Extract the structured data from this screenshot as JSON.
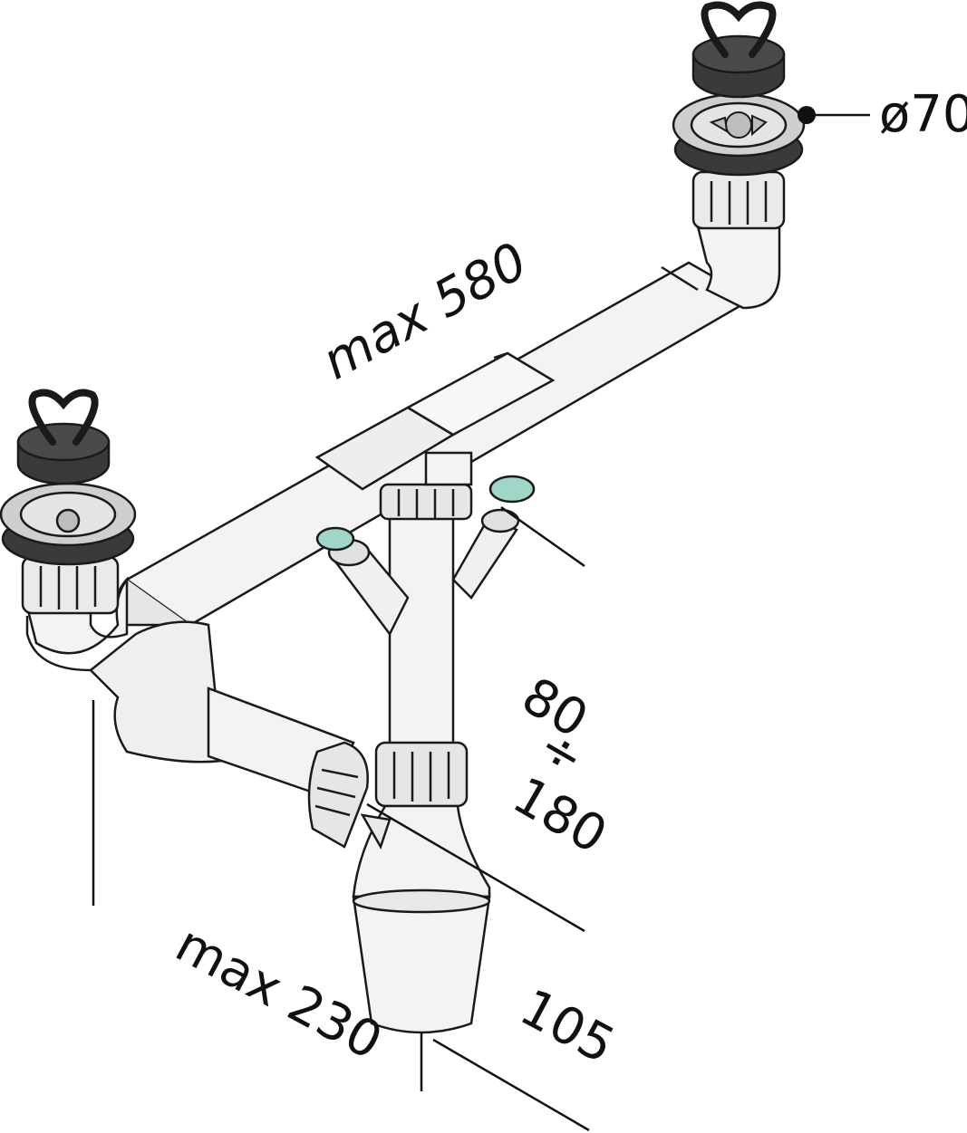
{
  "labels": {
    "diameter": "ø70",
    "max_length": "max 580",
    "height_min": "80",
    "height_sep": "÷",
    "height_max": "180",
    "max_depth": "max 230",
    "outlet": "105"
  },
  "colors": {
    "pipe": "#f3f3f3",
    "pipe_shade": "#d9d9d9",
    "outline": "#1a1a1a",
    "rubber": "#3a3a3a",
    "steel": "#cfcfcf",
    "hose_connector": "#9fd6c8"
  },
  "icons": [
    "plug-handle-icon",
    "strainer-icon"
  ]
}
